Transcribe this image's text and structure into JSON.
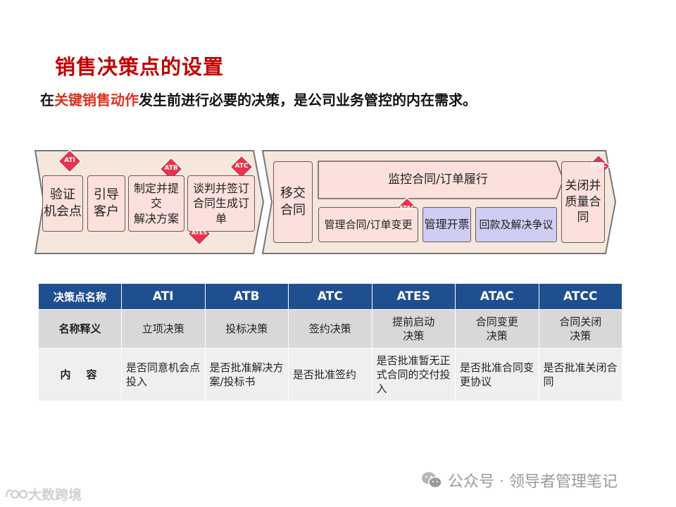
{
  "title": "销售决策点的设置",
  "subtitle": {
    "prefix": "在",
    "highlight": "关键销售动作",
    "suffix": "发生前进行必要的决策，是公司业务管控的内在需求。"
  },
  "flow": {
    "left_steps": [
      "验证\n机会点",
      "引导\n客户",
      "制定并提交\n解决方案",
      "谈判并签订\n合同生成订单"
    ],
    "right_steps": {
      "transfer": "移交\n合同",
      "monitor": "监控合同/订单履行",
      "manage": "管理合同/订单变更",
      "invoice": "管理开票",
      "collection": "回款及解决争议",
      "close": "关闭并\n质量合同"
    },
    "decision_points": [
      "ATI",
      "ATB",
      "ATC",
      "ATES",
      "ATAC",
      "ATCC"
    ]
  },
  "table": {
    "corner": "决策点名称",
    "columns": [
      "ATI",
      "ATB",
      "ATC",
      "ATES",
      "ATAC",
      "ATCC"
    ],
    "rows": [
      {
        "label": "名称释义",
        "cells": [
          "立项决策",
          "投标决策",
          "签约决策",
          "提前启动\n决策",
          "合同变更\n决策",
          "合同关闭\n决策"
        ]
      },
      {
        "label": "内容",
        "cells": [
          "是否同意机会点投入",
          "是否批准解决方案/投标书",
          "是否批准签约",
          "是否批准暂无正式合同的交付投入",
          "是否批准合同变更协议",
          "是否批准关闭合同"
        ]
      }
    ]
  },
  "watermark": {
    "right": "公众号 · 领导者管理笔记",
    "left": "大数跨境"
  },
  "colors": {
    "title": "#c00000",
    "highlight": "#e0301e",
    "header": "#1f4f8f",
    "diamond": "#e8334a",
    "chevron": "#f6e7dc",
    "pink_box": "#fbe0dc",
    "purple_box": "#cfcdf3"
  }
}
